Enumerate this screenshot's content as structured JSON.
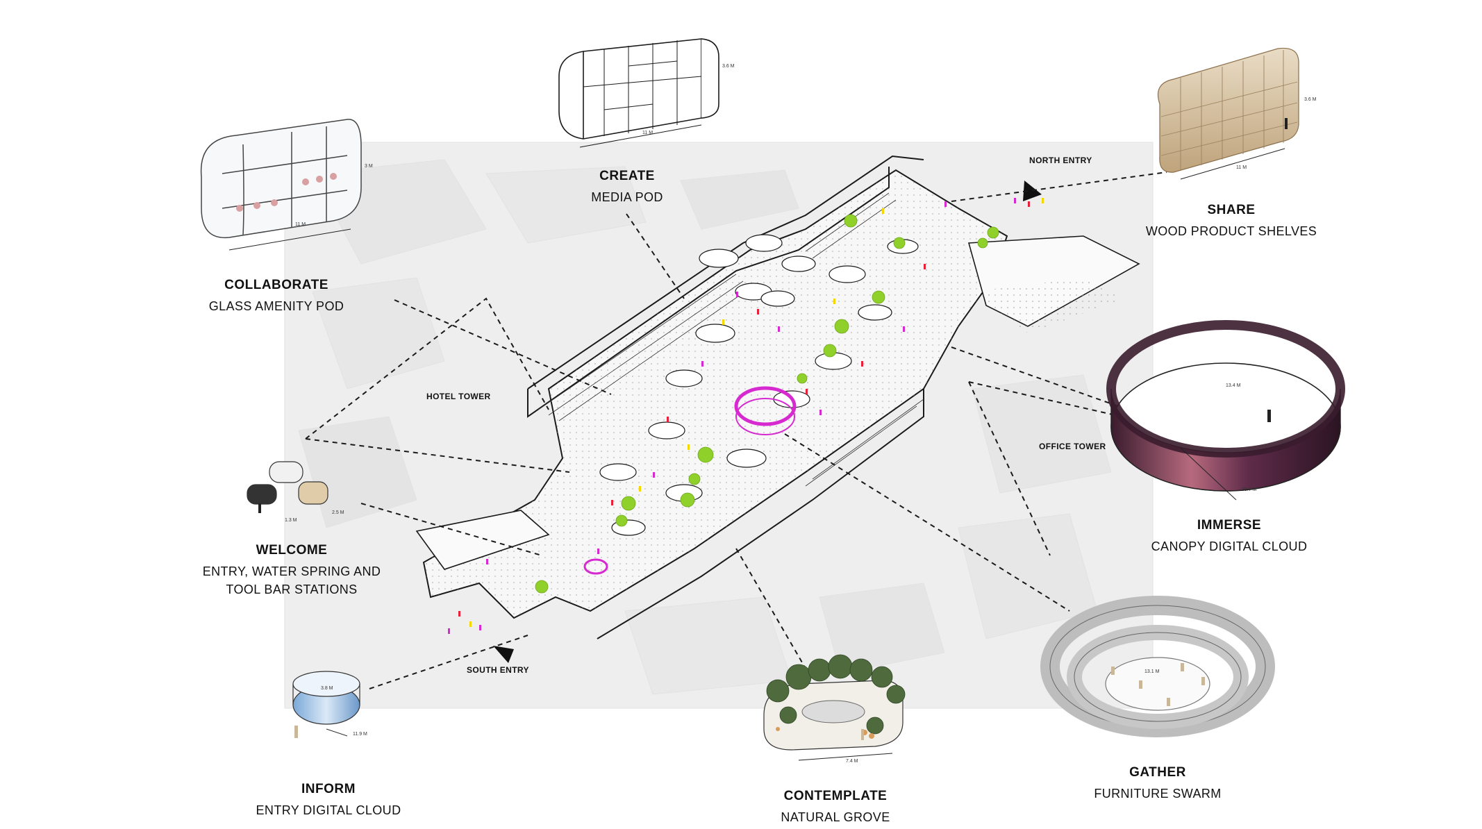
{
  "labels": {
    "create": {
      "title": "CREATE",
      "sub": "MEDIA POD"
    },
    "share": {
      "title": "SHARE",
      "sub": "WOOD PRODUCT SHELVES"
    },
    "collaborate": {
      "title": "COLLABORATE",
      "sub": "GLASS AMENITY POD"
    },
    "immerse": {
      "title": "IMMERSE",
      "sub": "CANOPY DIGITAL CLOUD"
    },
    "welcome": {
      "title": "WELCOME",
      "sub": [
        "ENTRY, WATER SPRING AND",
        "TOOL BAR STATIONS"
      ]
    },
    "gather": {
      "title": "GATHER",
      "sub": "FURNITURE SWARM"
    },
    "inform": {
      "title": "INFORM",
      "sub": "ENTRY DIGITAL CLOUD"
    },
    "contemplate": {
      "title": "CONTEMPLATE",
      "sub": "NATURAL GROVE"
    }
  },
  "tags": {
    "north_entry": "NORTH ENTRY",
    "south_entry": "SOUTH ENTRY",
    "hotel_tower": "HOTEL TOWER",
    "office_tower": "OFFICE TOWER"
  },
  "dimensions": {
    "media_pod_w": "11 M",
    "media_pod_h": "3.6 M",
    "shelves_w": "11 M",
    "shelves_h": "3.6 M",
    "glass_pod_w": "11 M",
    "glass_pod_h": "3 M",
    "canopy_d": "13.4 M",
    "canopy_c": "39.7 M",
    "welcome_a": "2.5 M",
    "welcome_b": "1.3 M",
    "inform_d": "3.8 M",
    "inform_c": "11.9 M",
    "grove_w": "7.4 M",
    "swarm_d": "13.1 M"
  },
  "colors": {
    "line": "#1a1a1a",
    "tree": "#8fd12a",
    "magenta": "#d62ad0",
    "yellow": "#f5d800",
    "red": "#e8203a",
    "context": "#ececec",
    "wood": "#d8c6a8",
    "canopy": "#7a3b5a"
  }
}
